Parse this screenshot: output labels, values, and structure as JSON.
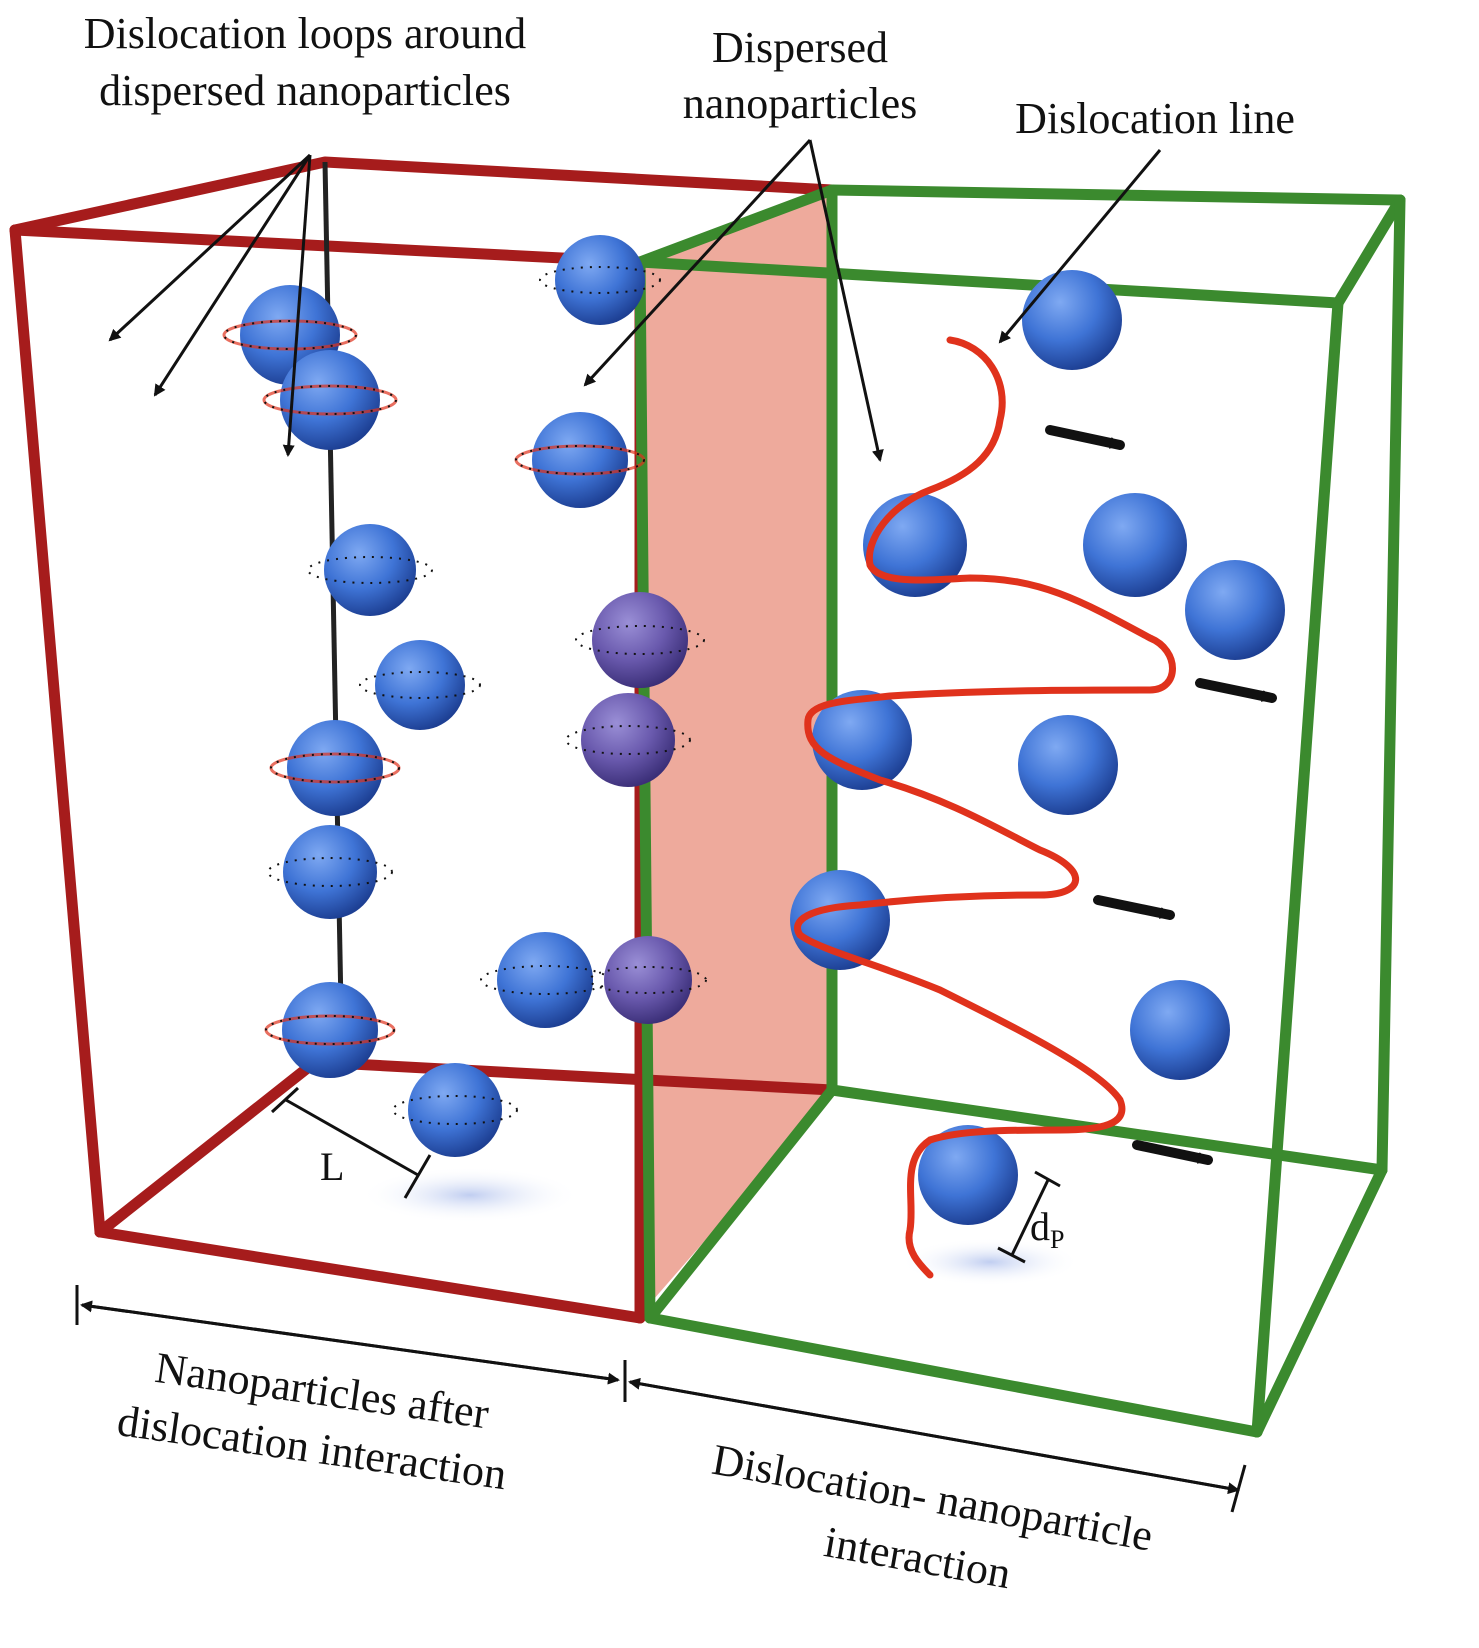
{
  "labels": {
    "loops_line1": "Dislocation loops around",
    "loops_line2": "dispersed nanoparticles",
    "dispersed_line1": "Dispersed",
    "dispersed_line2": "nanoparticles",
    "dislocation_line": "Dislocation line",
    "spacing": "L",
    "diameter_main": "d",
    "diameter_sub": "P",
    "left_caption_line1": "Nanoparticles after",
    "left_caption_line2": "dislocation interaction",
    "right_caption_line1": "Dislocation- nanoparticle",
    "right_caption_line2": "interaction"
  },
  "colors": {
    "left_box": "#a61c1c",
    "right_box": "#3b8a2e",
    "slip_plane": "#eda597",
    "nanoparticle": "#3f74d6",
    "dislocation": "#e0321c",
    "arrow": "#111111"
  }
}
